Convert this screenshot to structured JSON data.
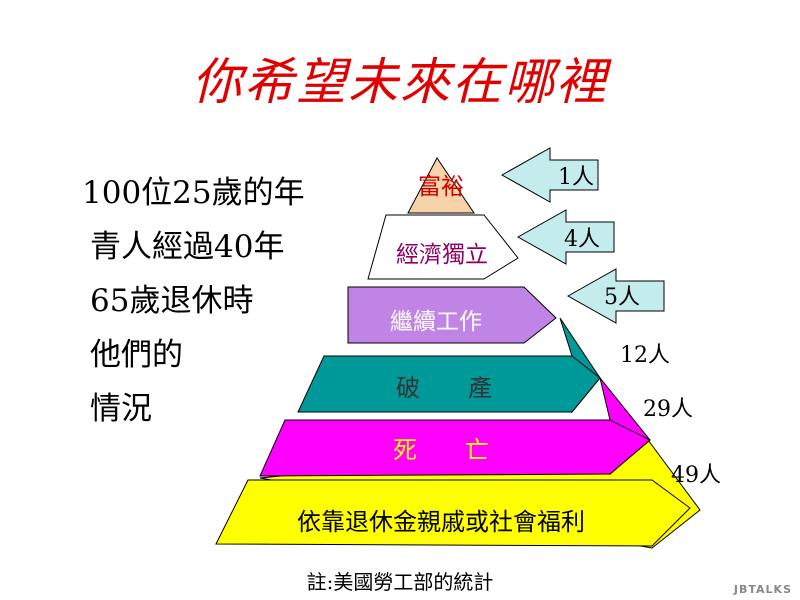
{
  "title": "你希望未來在哪裡",
  "intro_lines": [
    "100位25歲的年",
    "青人經過40年",
    "65歲退休時",
    "他們的",
    "情況"
  ],
  "tiers": [
    {
      "label": "富裕",
      "count": "1人",
      "color": "#f6d3a9",
      "text_color": "#d00000",
      "arrow": true
    },
    {
      "label": "經濟獨立",
      "count": "4人",
      "color": "#ffffff",
      "text_color": "#8b0060",
      "arrow": true
    },
    {
      "label": "繼續工作",
      "count": "5人",
      "color": "#c084e6",
      "text_color": "#ffffff",
      "arrow": true
    },
    {
      "label": "破　　產",
      "count": "12人",
      "color": "#009999",
      "text_color": "#333333",
      "arrow": false
    },
    {
      "label": "死　　亡",
      "count": "29人",
      "color": "#ff00ff",
      "text_color": "#ffff00",
      "arrow": false
    },
    {
      "label": "依靠退休金親戚或社會福利",
      "count": "49人",
      "color": "#ffff00",
      "text_color": "#000000",
      "arrow": false
    }
  ],
  "arrow_color": "#c4ecec",
  "note": "註:美國勞工部的統計",
  "logo": "JBTALKS"
}
